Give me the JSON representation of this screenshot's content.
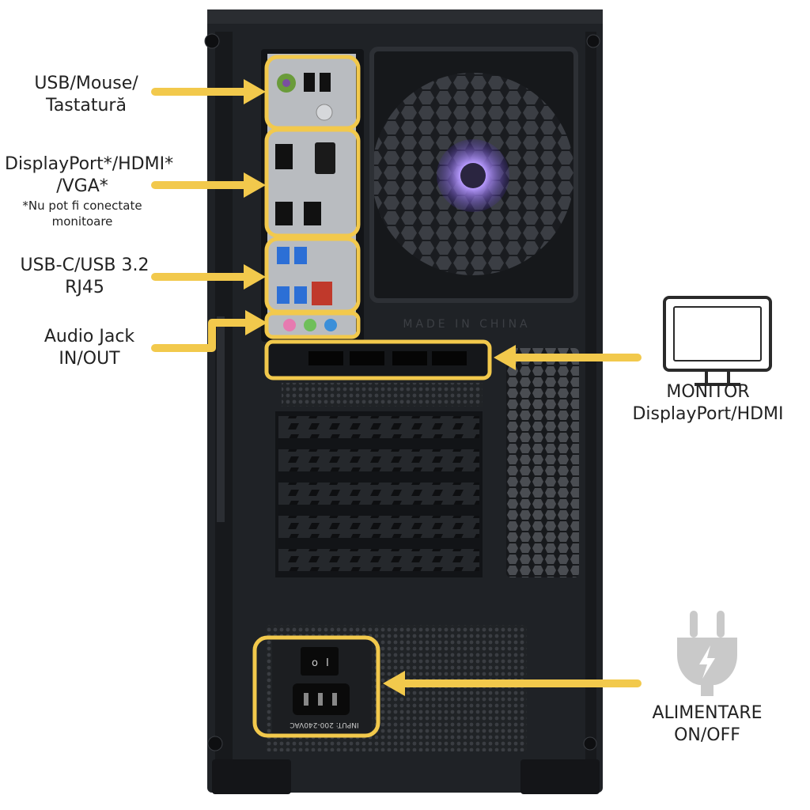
{
  "labels": {
    "usb_mouse": [
      "USB/Mouse/",
      "Tastatură"
    ],
    "display": [
      "DisplayPort*/HDMI*",
      "/VGA*"
    ],
    "display_note": [
      "*Nu pot fi conectate",
      "monitoare"
    ],
    "usb_c": [
      "USB-C/USB 3.2",
      "RJ45"
    ],
    "audio": [
      "Audio Jack",
      "IN/OUT"
    ],
    "monitor": [
      "MONITOR",
      "DisplayPort/HDMI"
    ],
    "power": [
      "ALIMENTARE",
      "ON/OFF"
    ]
  },
  "case_text": {
    "made_in": "MADE IN CHINA",
    "psu_input": "INPUT: 200-240VAC"
  },
  "colors": {
    "highlight": "#f2c94c",
    "case": "#1f2226",
    "case_dark": "#121417",
    "io_plate": "#b9bcc0",
    "fan_led": "#8a5cff",
    "usb3": "#2c6fd6",
    "rj45": "#c0392b",
    "audio_pink": "#e67ab0",
    "audio_green": "#6fbf5a",
    "audio_blue": "#3b8fd9",
    "plug_icon": "#c9c9c9"
  },
  "icons": [
    "monitor-icon",
    "power-plug-icon"
  ]
}
